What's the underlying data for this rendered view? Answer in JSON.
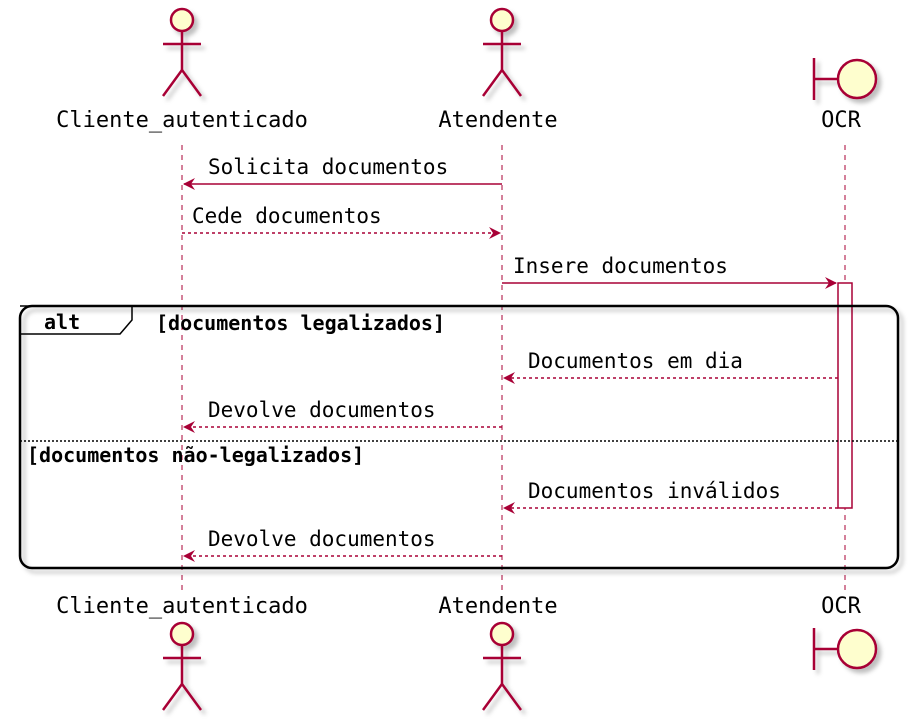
{
  "participants": [
    {
      "id": "cliente",
      "label": "Cliente_autenticado",
      "kind": "actor"
    },
    {
      "id": "atendente",
      "label": "Atendente",
      "kind": "actor"
    },
    {
      "id": "ocr",
      "label": "OCR",
      "kind": "boundary"
    }
  ],
  "messages": [
    {
      "text": "Solicita documentos",
      "from": "atendente",
      "to": "cliente",
      "style": "solid"
    },
    {
      "text": "Cede documentos",
      "from": "cliente",
      "to": "atendente",
      "style": "dashed"
    },
    {
      "text": "Insere documentos",
      "from": "atendente",
      "to": "ocr",
      "style": "solid"
    },
    {
      "text": "Documentos em dia",
      "from": "ocr",
      "to": "atendente",
      "style": "dashed"
    },
    {
      "text": "Devolve documentos",
      "from": "atendente",
      "to": "cliente",
      "style": "dashed"
    },
    {
      "text": "Documentos inválidos",
      "from": "ocr",
      "to": "atendente",
      "style": "dashed"
    },
    {
      "text": "Devolve documentos",
      "from": "atendente",
      "to": "cliente",
      "style": "dashed"
    }
  ],
  "alt_frame": {
    "keyword": "alt",
    "guard_1": "[documentos legalizados]",
    "guard_2": "[documentos não-legalizados]"
  },
  "colors": {
    "line": "#a80036",
    "fill": "#fefece"
  },
  "icons": {
    "actor": "stick-figure-icon",
    "boundary": "boundary-icon"
  }
}
